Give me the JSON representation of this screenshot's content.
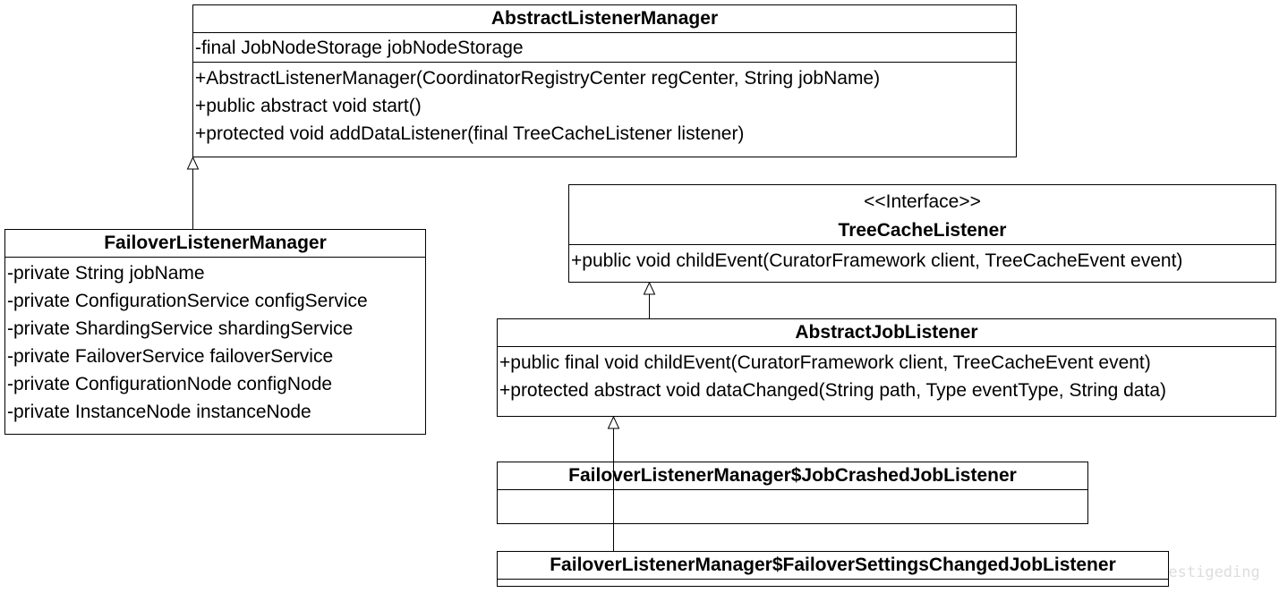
{
  "classes": {
    "abstract_listener_manager": {
      "name": "AbstractListenerManager",
      "attributes": [
        "-final JobNodeStorage jobNodeStorage"
      ],
      "methods": [
        "+AbstractListenerManager(CoordinatorRegistryCenter regCenter, String jobName)",
        "+public abstract void start()",
        "+protected void addDataListener(final TreeCacheListener listener)"
      ]
    },
    "failover_listener_manager": {
      "name": "FailoverListenerManager",
      "attributes": [
        "-private String jobName",
        "-private ConfigurationService configService",
        "-private ShardingService shardingService",
        "-private FailoverService failoverService",
        "-private ConfigurationNode configNode",
        "-private InstanceNode instanceNode"
      ]
    },
    "tree_cache_listener": {
      "stereotype": "<<Interface>>",
      "name": "TreeCacheListener",
      "methods": [
        "+public void childEvent(CuratorFramework client, TreeCacheEvent event)"
      ]
    },
    "abstract_job_listener": {
      "name": "AbstractJobListener",
      "methods": [
        "+public final void childEvent(CuratorFramework client, TreeCacheEvent event)",
        "+protected abstract void dataChanged(String path, Type eventType, String data)"
      ]
    },
    "job_crashed_job_listener": {
      "name": "FailoverListenerManager$JobCrashedJobListener"
    },
    "failover_settings_changed_job_listener": {
      "name": "FailoverListenerManager$FailoverSettingsChangedJobListener"
    }
  },
  "relations": [
    {
      "type": "generalization",
      "from": "FailoverListenerManager",
      "to": "AbstractListenerManager"
    },
    {
      "type": "realization",
      "from": "AbstractJobListener",
      "to": "TreeCacheListener"
    },
    {
      "type": "generalization",
      "from": "FailoverListenerManager$FailoverSettingsChangedJobListener",
      "to": "AbstractJobListener"
    }
  ],
  "watermark": "http://blog.csdn.net/prestigeding"
}
